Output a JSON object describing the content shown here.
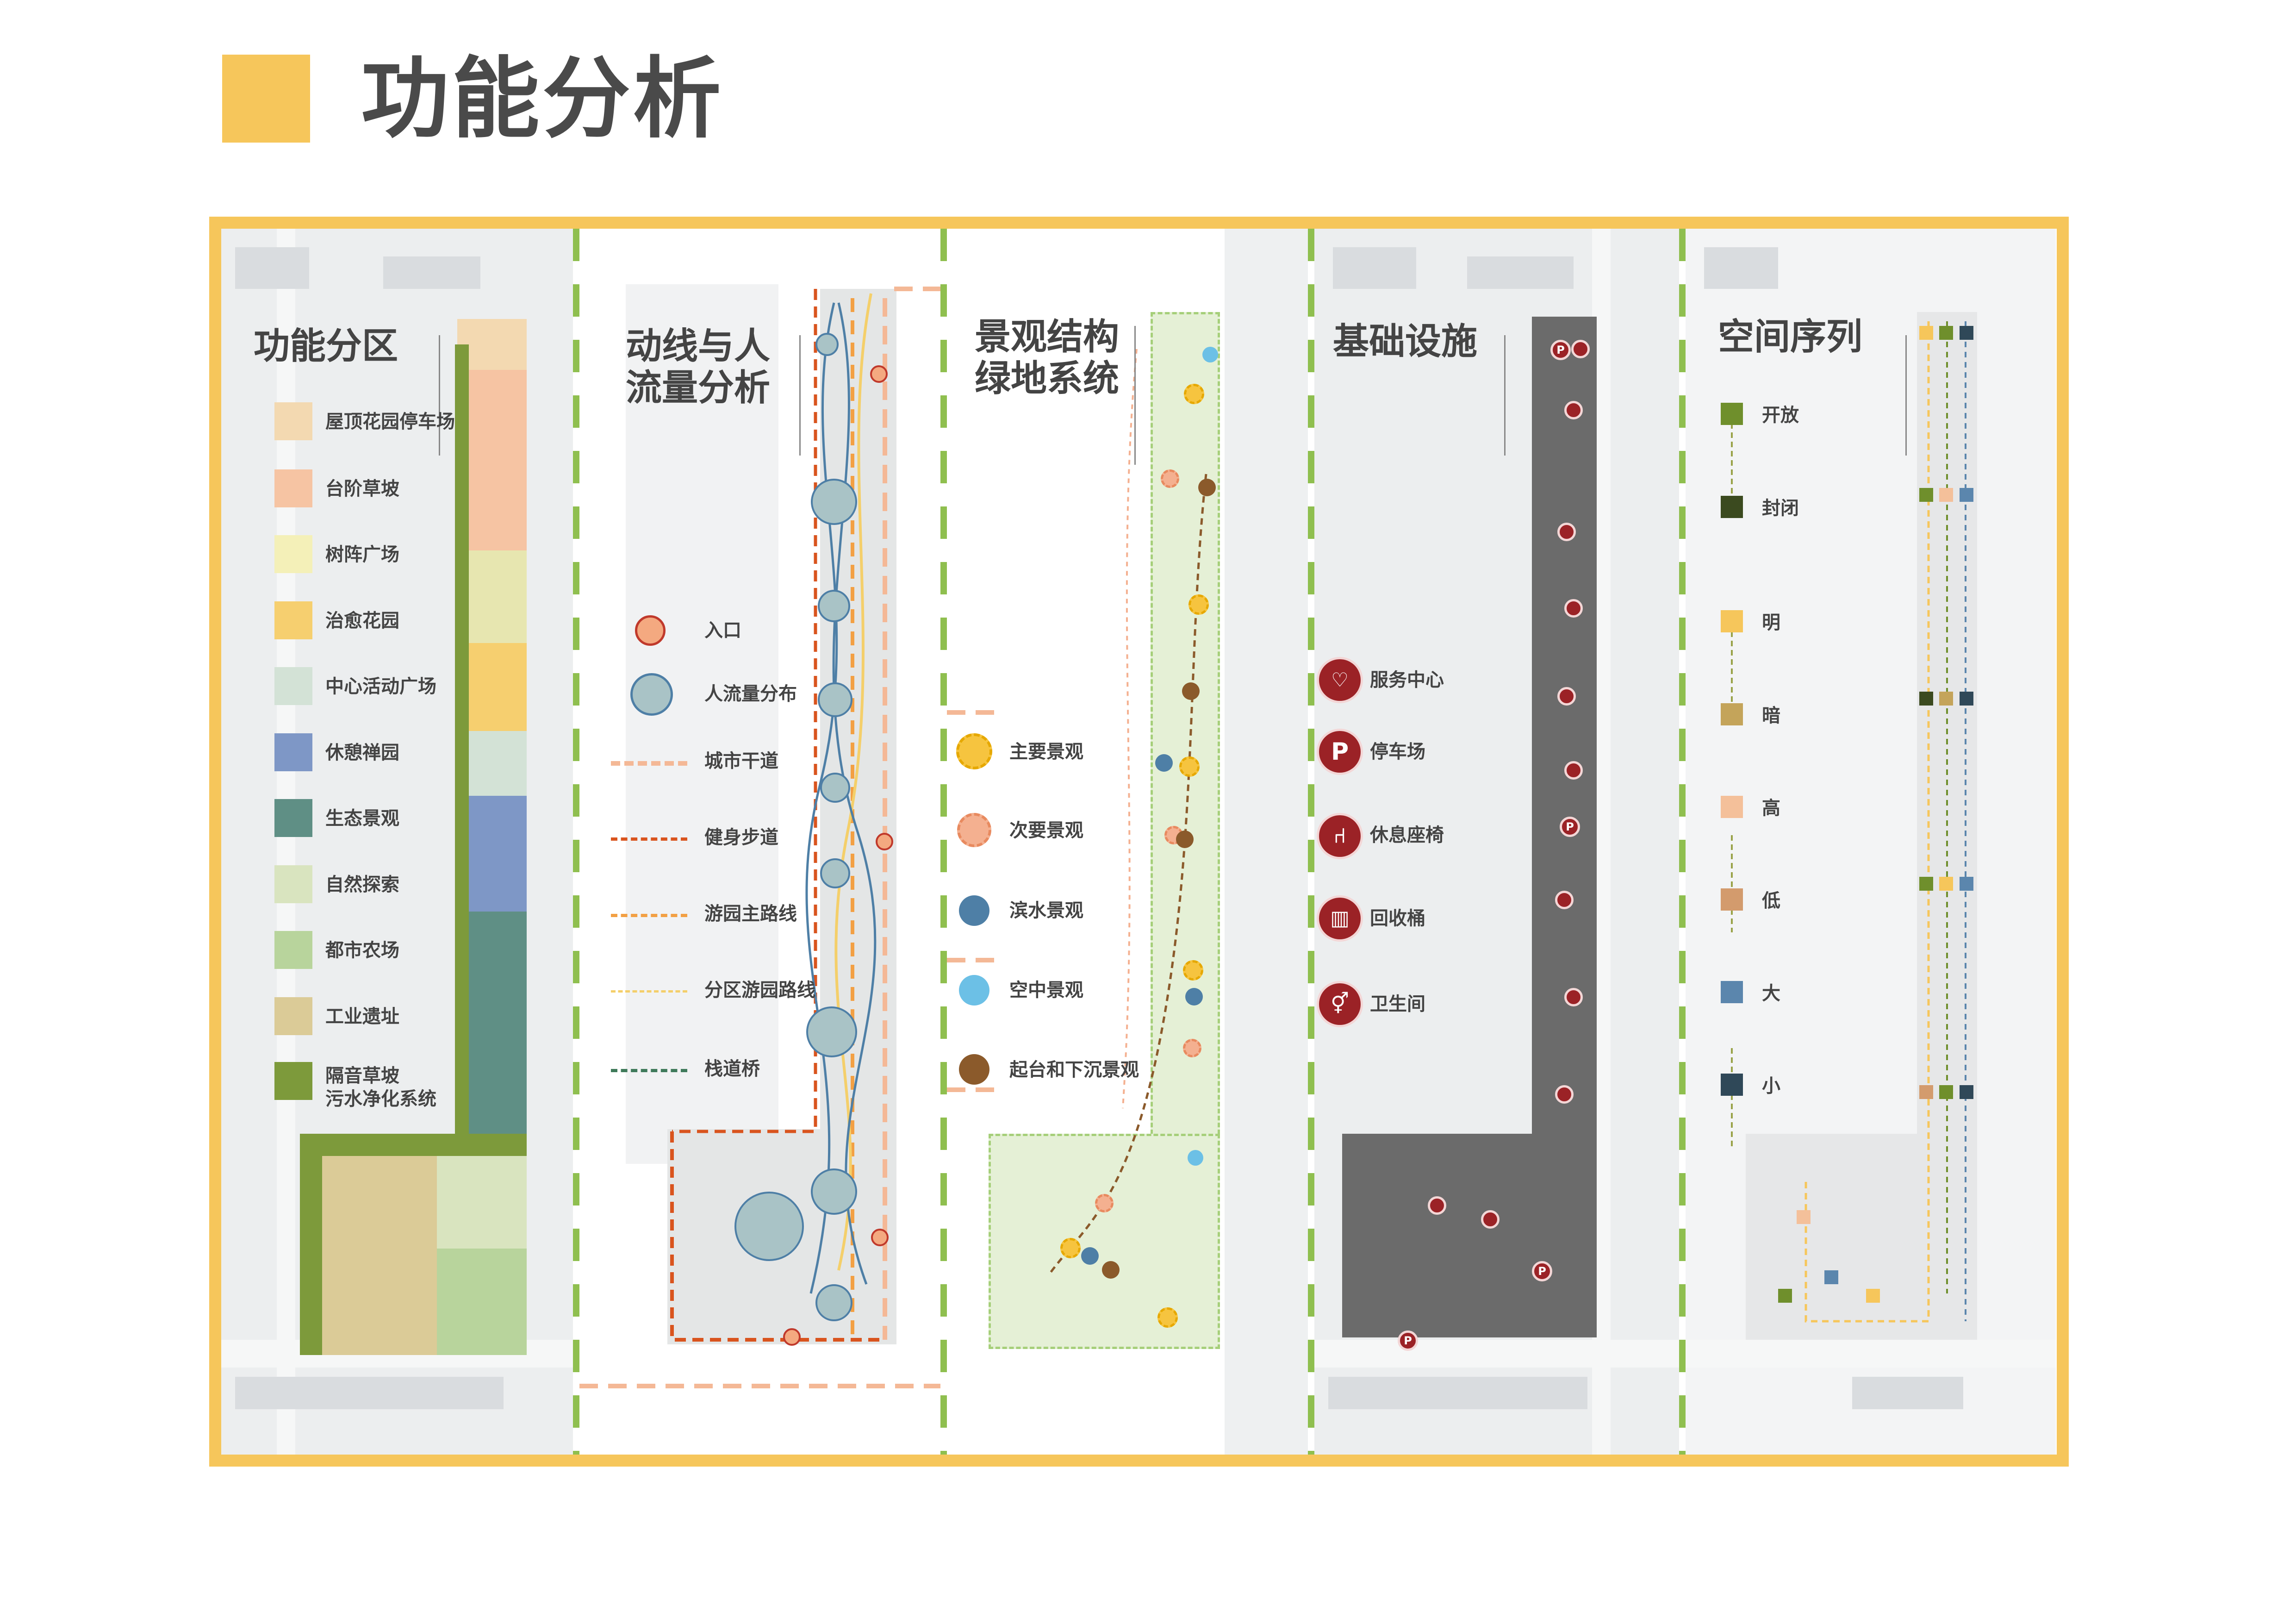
{
  "page": {
    "title": "功能分析",
    "accent_color": "#f6c65b",
    "divider_color": "#8fbf4f"
  },
  "panels": [
    {
      "id": "functional-zoning",
      "title": "功能分区",
      "legend": [
        {
          "label": "屋顶花园停车场",
          "color": "#f3d9b1"
        },
        {
          "label": "台阶草坡",
          "color": "#f6c4a3"
        },
        {
          "label": "树阵广场",
          "color": "#f4f0b8"
        },
        {
          "label": "治愈花园",
          "color": "#f6cf6f"
        },
        {
          "label": "中心活动广场",
          "color": "#d3e2d6"
        },
        {
          "label": "休憩禅园",
          "color": "#7e97c6"
        },
        {
          "label": "生态景观",
          "color": "#5f8f85"
        },
        {
          "label": "自然探索",
          "color": "#d9e4bf"
        },
        {
          "label": "都市农场",
          "color": "#b8d49c"
        },
        {
          "label": "工业遗址",
          "color": "#dbcb97"
        },
        {
          "label": "隔音草坡\n污水净化系统",
          "color": "#7d9a3b"
        }
      ]
    },
    {
      "id": "circulation",
      "title": "动线与人\n流量分析",
      "legend": [
        {
          "label": "入口",
          "kind": "entrance",
          "color": "#f4a980"
        },
        {
          "label": "人流量分布",
          "kind": "crowd",
          "color": "#a9c3c6"
        },
        {
          "label": "城市干道",
          "kind": "dash",
          "color": "#f4b896"
        },
        {
          "label": "健身步道",
          "kind": "dash",
          "color": "#d9541e"
        },
        {
          "label": "游园主路线",
          "kind": "dash",
          "color": "#f2a044"
        },
        {
          "label": "分区游园路线",
          "kind": "dash",
          "color": "#f4cf6a"
        },
        {
          "label": "栈道桥",
          "kind": "dash",
          "color": "#3f7a5a"
        }
      ]
    },
    {
      "id": "landscape-structure",
      "title": "景观结构\n绿地系统",
      "legend": [
        {
          "label": "主要景观",
          "color": "#f6c43f"
        },
        {
          "label": "次要景观",
          "color": "#f4b090"
        },
        {
          "label": "滨水景观",
          "color": "#4e7fa6"
        },
        {
          "label": "空中景观",
          "color": "#6cc0e6"
        },
        {
          "label": "起台和下沉景观",
          "color": "#8b5a2b"
        }
      ]
    },
    {
      "id": "infrastructure",
      "title": "基础设施",
      "legend": [
        {
          "label": "服务中心",
          "icon": "service-center-icon"
        },
        {
          "label": "停车场",
          "icon": "parking-icon",
          "glyph": "P"
        },
        {
          "label": "休息座椅",
          "icon": "seat-icon"
        },
        {
          "label": "回收桶",
          "icon": "recycle-bin-icon"
        },
        {
          "label": "卫生间",
          "icon": "restroom-icon"
        }
      ],
      "pin_color": "#9b2226"
    },
    {
      "id": "spatial-sequence",
      "title": "空间序列",
      "legend": [
        {
          "label": "开放",
          "color": "#6f8f2c"
        },
        {
          "label": "封闭",
          "color": "#3b4a1f"
        },
        {
          "label": "明",
          "color": "#f6c65b"
        },
        {
          "label": "暗",
          "color": "#c4a45a"
        },
        {
          "label": "高",
          "color": "#f4c09a"
        },
        {
          "label": "低",
          "color": "#d39b6d"
        },
        {
          "label": "大",
          "color": "#5b86ad"
        },
        {
          "label": "小",
          "color": "#2f4858"
        }
      ]
    }
  ]
}
